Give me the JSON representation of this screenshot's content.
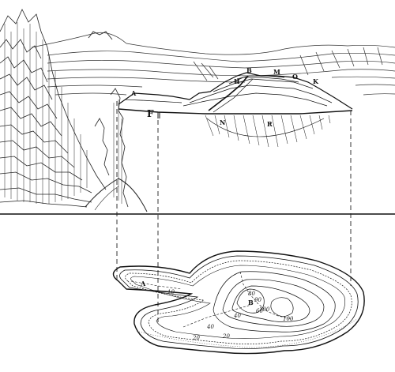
{
  "figure": {
    "profile_labels": [
      "A",
      "F",
      "B",
      "M",
      "O",
      "H",
      "K",
      "N",
      "R"
    ],
    "map_labels": [
      "B",
      "A"
    ],
    "contour_labels": [
      "10",
      "20",
      "40",
      "60",
      "80",
      "90",
      "100",
      "100",
      "40",
      "20"
    ]
  },
  "colors": {
    "ink": "#111111",
    "paper": "#ffffff"
  }
}
